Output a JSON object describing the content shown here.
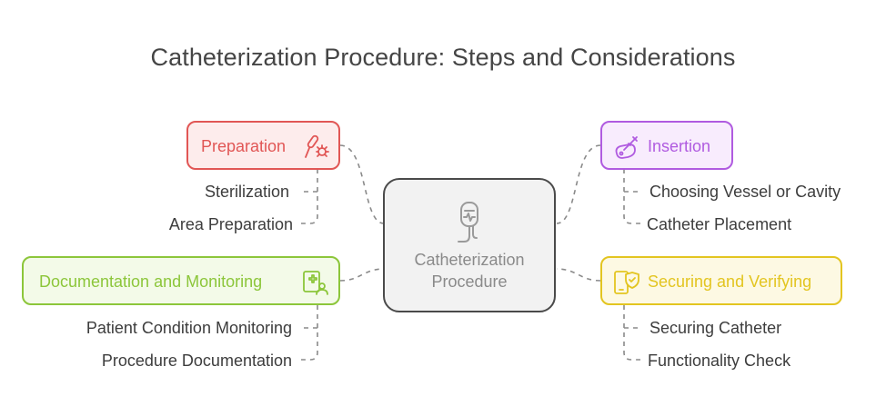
{
  "title": "Catheterization Procedure: Steps and Considerations",
  "center": {
    "label_line1": "Catheterization",
    "label_line2": "Procedure",
    "icon": "catheter-icon"
  },
  "branches": {
    "preparation": {
      "label": "Preparation",
      "icon": "medical-tools-icon",
      "color": "#e15655",
      "fill": "#fdecec",
      "items": [
        "Sterilization",
        "Area Preparation"
      ]
    },
    "insertion": {
      "label": "Insertion",
      "icon": "syringe-icon",
      "color": "#b05be0",
      "fill": "#f8ecfd",
      "items": [
        "Choosing Vessel or Cavity",
        "Catheter Placement"
      ]
    },
    "documentation": {
      "label": "Documentation and Monitoring",
      "icon": "medical-record-icon",
      "color": "#8cc63a",
      "fill": "#f3fae8",
      "items": [
        "Patient Condition Monitoring",
        "Procedure Documentation"
      ]
    },
    "securing": {
      "label": "Securing and Verifying",
      "icon": "device-shield-icon",
      "color": "#e3c520",
      "fill": "#fdf9e3",
      "items": [
        "Securing Catheter",
        "Functionality Check"
      ]
    }
  }
}
